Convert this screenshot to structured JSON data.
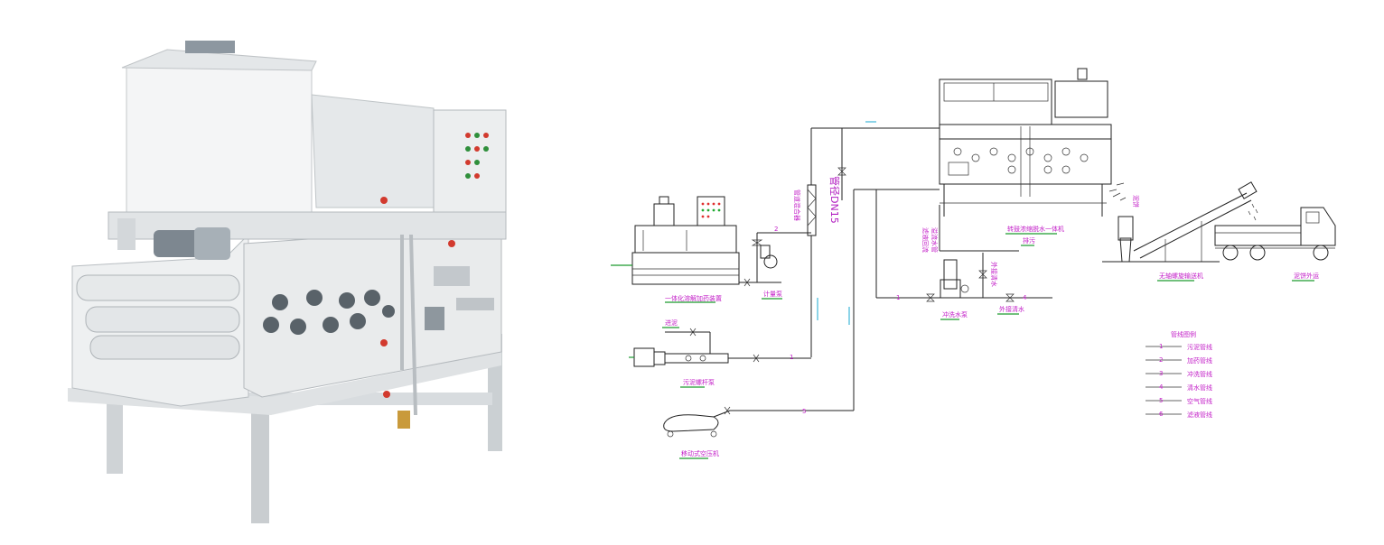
{
  "machine_photo": {
    "subject": "belt-filter-press"
  },
  "diagram": {
    "labels": {
      "dosing_device": "一体化溶解加药装置",
      "metering_pump": "计量泵",
      "pipe_mixer": "管道混合器",
      "sludge_screw_pump": "污泥螺杆泵",
      "sludge_in": "进泥",
      "air_compressor": "移动式空压机",
      "belt_press": "转鼓浓缩脱水一体机",
      "flush_pump": "冲洗水泵",
      "clean_water": "外接清水",
      "screw_conveyor": "无轴螺旋输送机",
      "sludge_transport": "泥饼外运",
      "filtrate": "滤液回流",
      "drain": "排污",
      "overflow_pipe": "溢流水管",
      "dn15": "DN15",
      "dn15_prefix": "管径",
      "mud_cake": "泥饼"
    },
    "numbers": [
      "1",
      "2",
      "4",
      "5",
      "1"
    ],
    "legend": {
      "title": "管线图例",
      "items": [
        {
          "num": "1",
          "label": "污泥管线"
        },
        {
          "num": "2",
          "label": "加药管线"
        },
        {
          "num": "3",
          "label": "冲洗管线"
        },
        {
          "num": "4",
          "label": "清水管线"
        },
        {
          "num": "5",
          "label": "空气管线"
        },
        {
          "num": "6",
          "label": "滤液管线"
        }
      ]
    }
  }
}
